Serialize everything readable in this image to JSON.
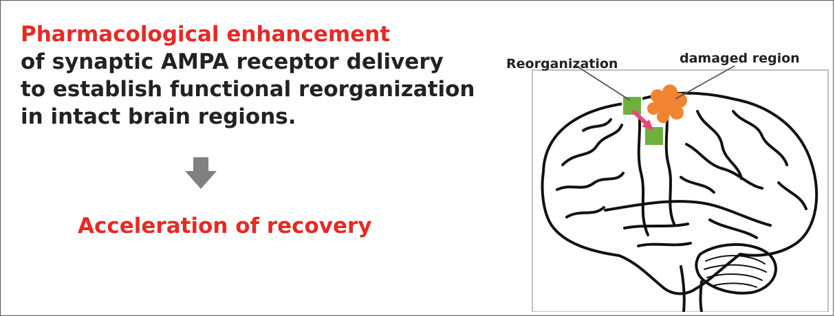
{
  "statement": {
    "headline": "Pharmacological enhancement",
    "lines": [
      "of synaptic AMPA receptor delivery",
      "to establish functional reorganization",
      "in intact brain regions."
    ]
  },
  "result": {
    "label": "Acceleration of recovery"
  },
  "figure": {
    "labels": {
      "reorganization": "Reorganization",
      "damaged_region": "damaged region"
    }
  },
  "colors": {
    "accent_red": "#e62a24",
    "text_dark": "#222222",
    "arrow_gray": "#808080",
    "damaged_orange": "#f08430",
    "reorg_green": "#6fb03c",
    "shift_arrow_pink": "#e8467c"
  },
  "icons": [
    "down-arrow-icon",
    "brain-illustration",
    "shift-arrow-icon"
  ]
}
